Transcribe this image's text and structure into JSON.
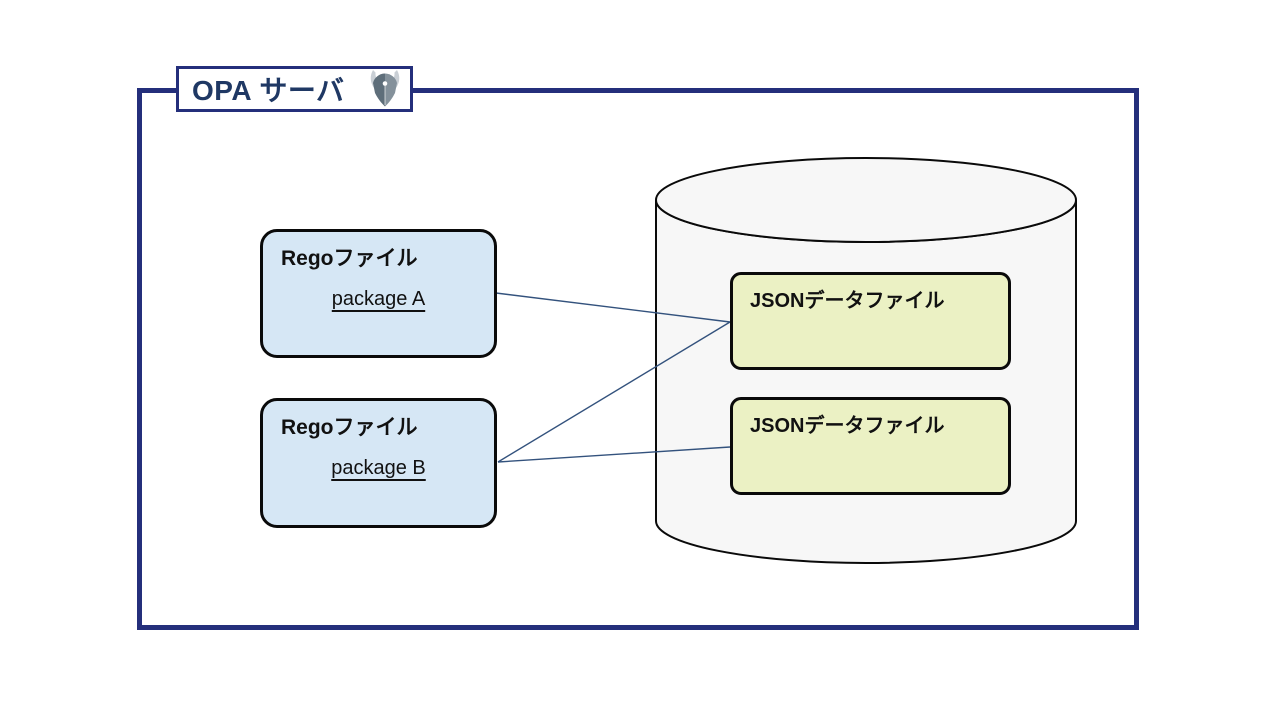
{
  "diagram": {
    "title": "OPA サーバ",
    "title_icon": "opa-helmet-logo",
    "rego_boxes": [
      {
        "label": "Regoファイル",
        "package": "package A"
      },
      {
        "label": "Regoファイル",
        "package": "package B"
      }
    ],
    "database": {
      "shape": "cylinder",
      "json_boxes": [
        {
          "label": "JSONデータファイル"
        },
        {
          "label": "JSONデータファイル"
        }
      ]
    },
    "connections": [
      {
        "from": "package A",
        "to": "JSON data file 1"
      },
      {
        "from": "package B",
        "to": "JSON data file 1"
      },
      {
        "from": "package B",
        "to": "JSON data file 2"
      }
    ],
    "colors": {
      "frame_navy": "#242F7B",
      "title_text_navy": "#1F3864",
      "rego_box_fill": "#D6E7F5",
      "json_box_fill": "#EBF1C4",
      "cylinder_fill": "#F7F7F7",
      "connector_line": "#33527D",
      "shape_outline": "#0a0a0a"
    }
  }
}
